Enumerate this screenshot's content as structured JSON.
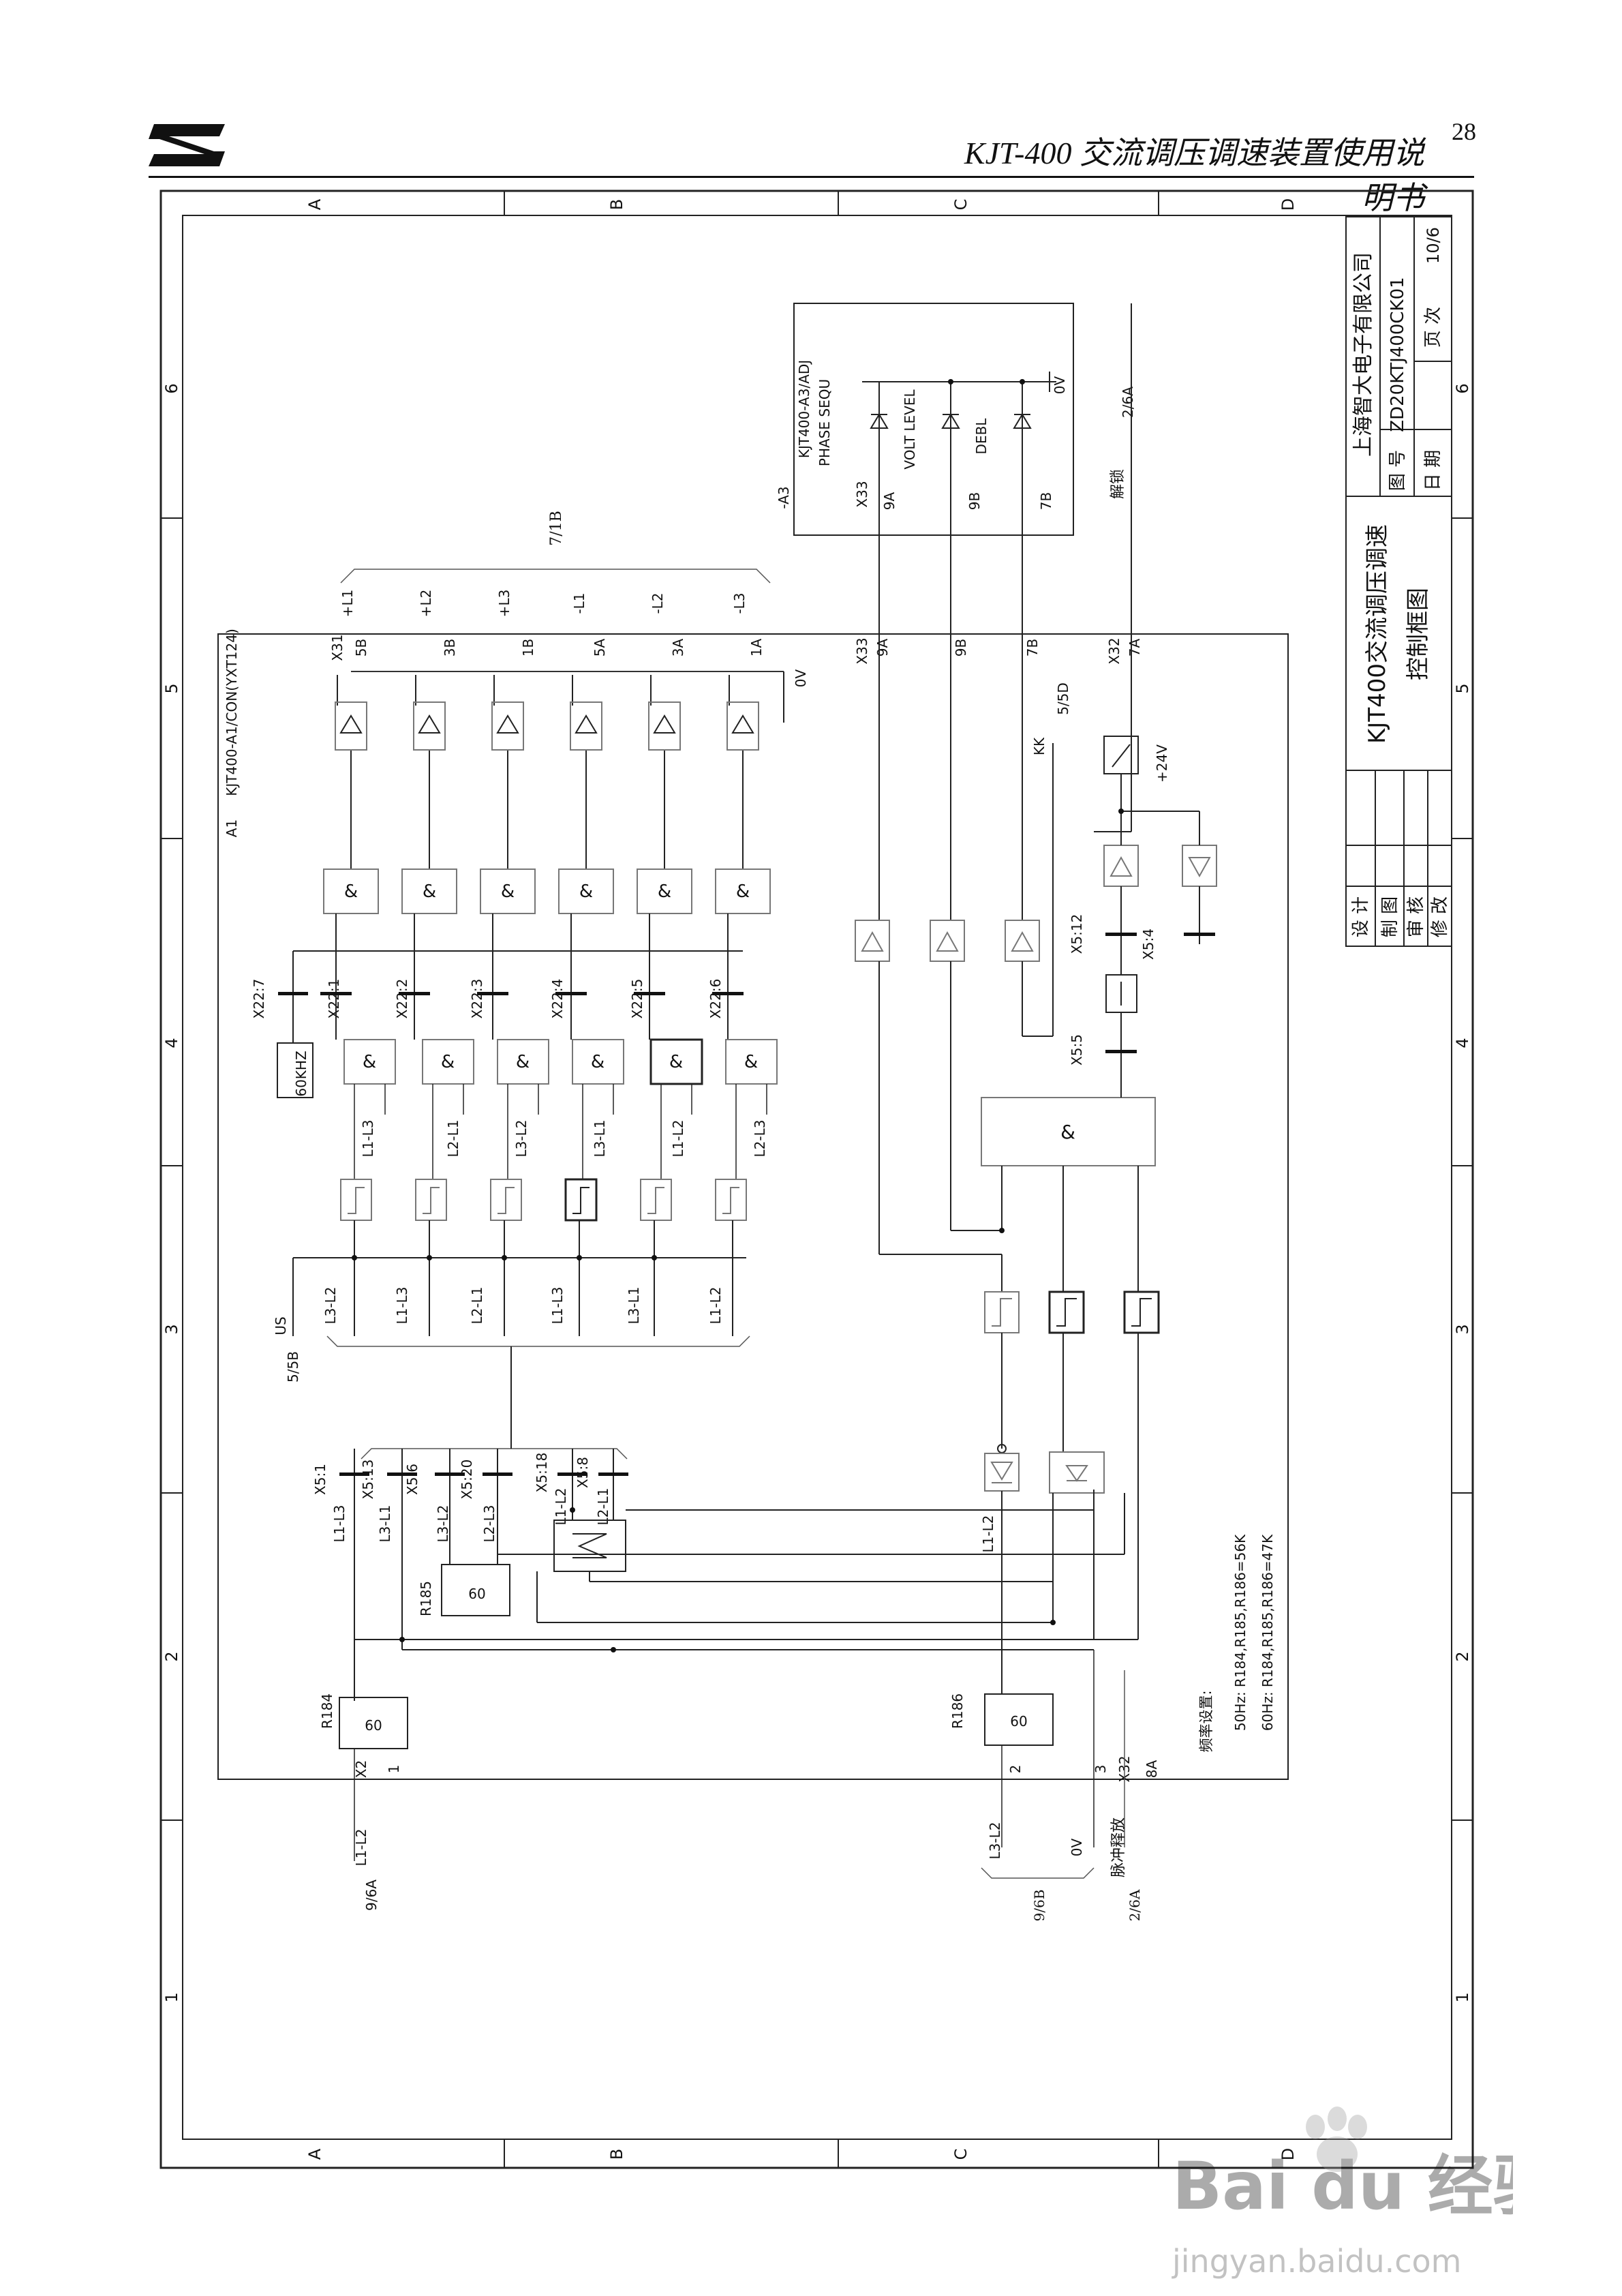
{
  "header": {
    "title": "KJT-400 交流调压调速装置使用说明书",
    "page_number": "28"
  },
  "frame": {
    "columns": [
      "A",
      "B",
      "C",
      "D"
    ],
    "rows": [
      "6",
      "5",
      "4",
      "3",
      "2",
      "1"
    ]
  },
  "title_block": {
    "company": "上海智大电子有限公司",
    "drawing_no_label": "图 号",
    "drawing_no": "ZD20KTJ400CK01",
    "date_label": "日 期",
    "page_label": "页 次",
    "page_value": "10/6",
    "drawing_title_1": "KJT400交流调压调速",
    "drawing_title_2": "控制框图",
    "roles": [
      "设 计",
      "制 图",
      "审 核",
      "修 改"
    ]
  },
  "module_a3": {
    "id": "-A3",
    "name": "KJT400-A3/ADJ",
    "leds": [
      "PHASE SEQU",
      "VOLT LEVEL",
      "DEBL"
    ],
    "ground": "0V",
    "ref_right": "2/6A",
    "pins": [
      "X33",
      "9A",
      "9B",
      "7B"
    ],
    "unlock": "解锁"
  },
  "bus_top": {
    "ref": "7/1B",
    "labels": [
      "+L1",
      "+L2",
      "+L3",
      "-L1",
      "-L2",
      "-L3"
    ]
  },
  "module_a1": {
    "id": "A1",
    "name": "KJT400-A1/CON(YXT124)",
    "terminals_top": [
      "X31",
      "5B",
      "3B",
      "1B",
      "5A",
      "3A",
      "1A"
    ],
    "zero_volt": "0V",
    "right_pins": [
      "X33",
      "9A",
      "9B",
      "7B",
      "X32",
      "7A"
    ],
    "ref_5d": "5/5D",
    "relay_kk": "KK",
    "supply": "+24V",
    "x5_pins": [
      "X5:12",
      "X5:4",
      "X5:5"
    ],
    "x22_pins": [
      "X22:7",
      "X22:1",
      "X22:2",
      "X22:3",
      "X22:4",
      "X22:5",
      "X22:6"
    ],
    "osc": "60KHZ",
    "and_inputs": [
      "L1-L3",
      "L2-L1",
      "L3-L2",
      "L3-L1",
      "L1-L2",
      "L2-L3"
    ],
    "us_labels": [
      "L3-L2",
      "L1-L3",
      "L2-L1",
      "L1-L3",
      "L3-L1",
      "L1-L2"
    ],
    "us": "US",
    "us_ref": "5/5B",
    "x5_lower": [
      "X5:1",
      "X5:13",
      "X5:6",
      "X5:20",
      "X5:18",
      "X5:8"
    ],
    "lower_labels": [
      "L1-L3",
      "L3-L1",
      "L3-L2",
      "L2-L3",
      "L1-L2",
      "L2-L1"
    ],
    "r185": "R185",
    "r184": "R184",
    "r186": "R186",
    "pot_value": "60",
    "l1l2_mid": "L1-L2",
    "x2": "X2",
    "pin1": "1",
    "pin2": "2",
    "pin3": "3",
    "x32": "X32",
    "pin8a": "8A",
    "freq_title": "频率设置:",
    "freq_50": "50Hz: R184,R185,R186=56K",
    "freq_60": "60Hz: R184,R185,R186=47K"
  },
  "bottom": {
    "left_signal": "L1-L2",
    "left_ref": "9/6A",
    "mid_signal": "L3-L2",
    "mid_zero": "0V",
    "mid_ref": "9/6B",
    "pulse": "脉冲释放",
    "pulse_ref": "2/6A"
  },
  "watermark": {
    "brand": "Bai du 经验",
    "url": "jingyan.baidu.com"
  }
}
